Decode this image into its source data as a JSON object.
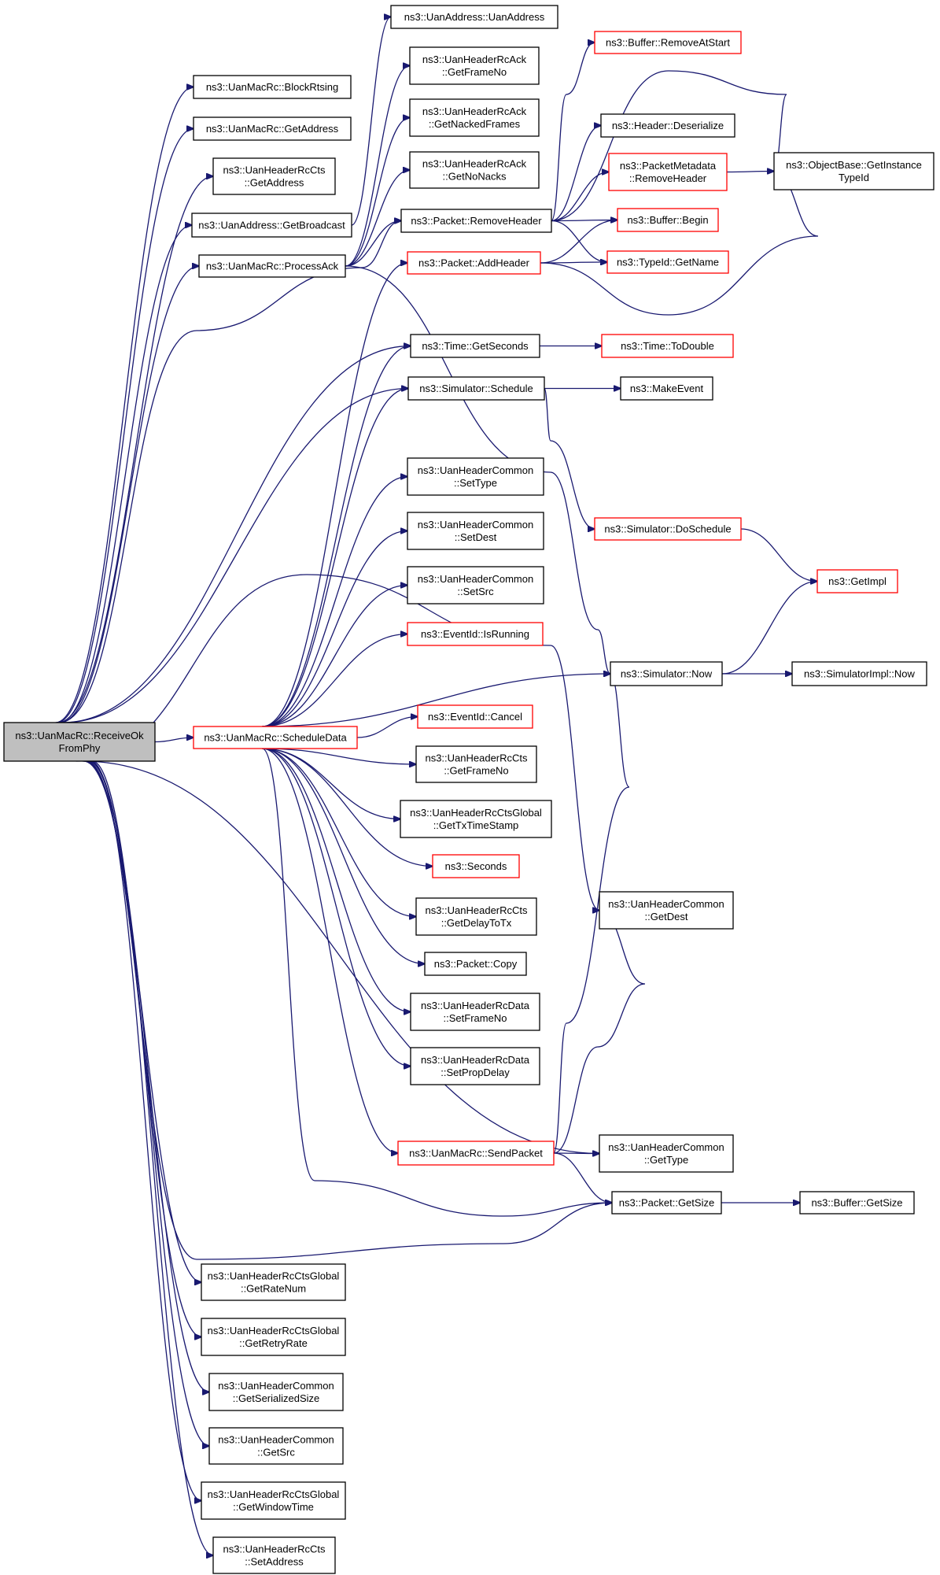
{
  "graph": {
    "root": "n_root",
    "nodes": {
      "n_root": {
        "lines": [
          "ns3::UanMacRc::ReceiveOk",
          "FromPhy"
        ],
        "red": false,
        "root": true
      },
      "n_block": {
        "lines": [
          "ns3::UanMacRc::BlockRtsing"
        ],
        "red": false
      },
      "n_macaddr": {
        "lines": [
          "ns3::UanMacRc::GetAddress"
        ],
        "red": false
      },
      "n_ctsaddr": {
        "lines": [
          "ns3::UanHeaderRcCts",
          "::GetAddress"
        ],
        "red": false
      },
      "n_bcast": {
        "lines": [
          "ns3::UanAddress::GetBroadcast"
        ],
        "red": false
      },
      "n_procack": {
        "lines": [
          "ns3::UanMacRc::ProcessAck"
        ],
        "red": false
      },
      "n_uanaddr": {
        "lines": [
          "ns3::UanAddress::UanAddress"
        ],
        "red": false
      },
      "n_ackframe": {
        "lines": [
          "ns3::UanHeaderRcAck",
          "::GetFrameNo"
        ],
        "red": false
      },
      "n_nacked": {
        "lines": [
          "ns3::UanHeaderRcAck",
          "::GetNackedFrames"
        ],
        "red": false
      },
      "n_nonacks": {
        "lines": [
          "ns3::UanHeaderRcAck",
          "::GetNoNacks"
        ],
        "red": false
      },
      "n_remhdr": {
        "lines": [
          "ns3::Packet::RemoveHeader"
        ],
        "red": false
      },
      "n_addhdr": {
        "lines": [
          "ns3::Packet::AddHeader"
        ],
        "red": true
      },
      "n_bufremstart": {
        "lines": [
          "ns3::Buffer::RemoveAtStart"
        ],
        "red": true
      },
      "n_deser": {
        "lines": [
          "ns3::Header::Deserialize"
        ],
        "red": false
      },
      "n_pmrem": {
        "lines": [
          "ns3::PacketMetadata",
          "::RemoveHeader"
        ],
        "red": true
      },
      "n_bufbegin": {
        "lines": [
          "ns3::Buffer::Begin"
        ],
        "red": true
      },
      "n_tidname": {
        "lines": [
          "ns3::TypeId::GetName"
        ],
        "red": true
      },
      "n_objtid": {
        "lines": [
          "ns3::ObjectBase::GetInstance",
          "TypeId"
        ],
        "red": false
      },
      "n_getsec": {
        "lines": [
          "ns3::Time::GetSeconds"
        ],
        "red": false
      },
      "n_todouble": {
        "lines": [
          "ns3::Time::ToDouble"
        ],
        "red": true
      },
      "n_sched": {
        "lines": [
          "ns3::Simulator::Schedule"
        ],
        "red": false
      },
      "n_mkevent": {
        "lines": [
          "ns3::MakeEvent"
        ],
        "red": false
      },
      "n_settype": {
        "lines": [
          "ns3::UanHeaderCommon",
          "::SetType"
        ],
        "red": false
      },
      "n_setdest": {
        "lines": [
          "ns3::UanHeaderCommon",
          "::SetDest"
        ],
        "red": false
      },
      "n_setsrc": {
        "lines": [
          "ns3::UanHeaderCommon",
          "::SetSrc"
        ],
        "red": false
      },
      "n_dosched": {
        "lines": [
          "ns3::Simulator::DoSchedule"
        ],
        "red": true
      },
      "n_getimpl": {
        "lines": [
          "ns3::GetImpl"
        ],
        "red": true
      },
      "n_isrun": {
        "lines": [
          "ns3::EventId::IsRunning"
        ],
        "red": true
      },
      "n_now": {
        "lines": [
          "ns3::Simulator::Now"
        ],
        "red": false
      },
      "n_implnow": {
        "lines": [
          "ns3::SimulatorImpl::Now"
        ],
        "red": false
      },
      "n_scheddata": {
        "lines": [
          "ns3::UanMacRc::ScheduleData"
        ],
        "red": true
      },
      "n_cancel": {
        "lines": [
          "ns3::EventId::Cancel"
        ],
        "red": true
      },
      "n_ctsframe": {
        "lines": [
          "ns3::UanHeaderRcCts",
          "::GetFrameNo"
        ],
        "red": false
      },
      "n_txts": {
        "lines": [
          "ns3::UanHeaderRcCtsGlobal",
          "::GetTxTimeStamp"
        ],
        "red": false
      },
      "n_seconds": {
        "lines": [
          "ns3::Seconds"
        ],
        "red": true
      },
      "n_getdest": {
        "lines": [
          "ns3::UanHeaderCommon",
          "::GetDest"
        ],
        "red": false
      },
      "n_delaytx": {
        "lines": [
          "ns3::UanHeaderRcCts",
          "::GetDelayToTx"
        ],
        "red": false
      },
      "n_copy": {
        "lines": [
          "ns3::Packet::Copy"
        ],
        "red": false
      },
      "n_dataframe": {
        "lines": [
          "ns3::UanHeaderRcData",
          "::SetFrameNo"
        ],
        "red": false
      },
      "n_propdelay": {
        "lines": [
          "ns3::UanHeaderRcData",
          "::SetPropDelay"
        ],
        "red": false
      },
      "n_sendpkt": {
        "lines": [
          "ns3::UanMacRc::SendPacket"
        ],
        "red": true
      },
      "n_gettype": {
        "lines": [
          "ns3::UanHeaderCommon",
          "::GetType"
        ],
        "red": false
      },
      "n_pktsize": {
        "lines": [
          "ns3::Packet::GetSize"
        ],
        "red": false
      },
      "n_bufsize": {
        "lines": [
          "ns3::Buffer::GetSize"
        ],
        "red": false
      },
      "n_ratenum": {
        "lines": [
          "ns3::UanHeaderRcCtsGlobal",
          "::GetRateNum"
        ],
        "red": false
      },
      "n_retry": {
        "lines": [
          "ns3::UanHeaderRcCtsGlobal",
          "::GetRetryRate"
        ],
        "red": false
      },
      "n_sersize": {
        "lines": [
          "ns3::UanHeaderCommon",
          "::GetSerializedSize"
        ],
        "red": false
      },
      "n_getsrc": {
        "lines": [
          "ns3::UanHeaderCommon",
          "::GetSrc"
        ],
        "red": false
      },
      "n_wintime": {
        "lines": [
          "ns3::UanHeaderRcCtsGlobal",
          "::GetWindowTime"
        ],
        "red": false
      },
      "n_setaddr": {
        "lines": [
          "ns3::UanHeaderRcCts",
          "::SetAddress"
        ],
        "red": false
      }
    },
    "edges": [
      [
        "n_root",
        "n_block"
      ],
      [
        "n_root",
        "n_macaddr"
      ],
      [
        "n_root",
        "n_ctsaddr"
      ],
      [
        "n_root",
        "n_bcast"
      ],
      [
        "n_root",
        "n_procack"
      ],
      [
        "n_root",
        "n_remhdr"
      ],
      [
        "n_root",
        "n_getsec"
      ],
      [
        "n_root",
        "n_sched"
      ],
      [
        "n_root",
        "n_getdest"
      ],
      [
        "n_root",
        "n_scheddata"
      ],
      [
        "n_root",
        "n_gettype"
      ],
      [
        "n_root",
        "n_pktsize"
      ],
      [
        "n_root",
        "n_ratenum"
      ],
      [
        "n_root",
        "n_retry"
      ],
      [
        "n_root",
        "n_sersize"
      ],
      [
        "n_root",
        "n_getsrc"
      ],
      [
        "n_root",
        "n_wintime"
      ],
      [
        "n_root",
        "n_setaddr"
      ],
      [
        "n_bcast",
        "n_uanaddr"
      ],
      [
        "n_procack",
        "n_ackframe"
      ],
      [
        "n_procack",
        "n_nacked"
      ],
      [
        "n_procack",
        "n_nonacks"
      ],
      [
        "n_procack",
        "n_remhdr"
      ],
      [
        "n_procack",
        "n_now"
      ],
      [
        "n_remhdr",
        "n_bufremstart"
      ],
      [
        "n_remhdr",
        "n_deser"
      ],
      [
        "n_remhdr",
        "n_pmrem"
      ],
      [
        "n_remhdr",
        "n_objtid"
      ],
      [
        "n_remhdr",
        "n_bufbegin"
      ],
      [
        "n_remhdr",
        "n_tidname"
      ],
      [
        "n_pmrem",
        "n_objtid"
      ],
      [
        "n_addhdr",
        "n_bufbegin"
      ],
      [
        "n_addhdr",
        "n_tidname"
      ],
      [
        "n_addhdr",
        "n_objtid"
      ],
      [
        "n_getsec",
        "n_todouble"
      ],
      [
        "n_sched",
        "n_mkevent"
      ],
      [
        "n_sched",
        "n_dosched"
      ],
      [
        "n_dosched",
        "n_getimpl"
      ],
      [
        "n_now",
        "n_getimpl"
      ],
      [
        "n_now",
        "n_implnow"
      ],
      [
        "n_scheddata",
        "n_addhdr"
      ],
      [
        "n_scheddata",
        "n_getsec"
      ],
      [
        "n_scheddata",
        "n_sched"
      ],
      [
        "n_scheddata",
        "n_settype"
      ],
      [
        "n_scheddata",
        "n_setdest"
      ],
      [
        "n_scheddata",
        "n_setsrc"
      ],
      [
        "n_scheddata",
        "n_isrun"
      ],
      [
        "n_scheddata",
        "n_now"
      ],
      [
        "n_scheddata",
        "n_cancel"
      ],
      [
        "n_scheddata",
        "n_ctsframe"
      ],
      [
        "n_scheddata",
        "n_txts"
      ],
      [
        "n_scheddata",
        "n_seconds"
      ],
      [
        "n_scheddata",
        "n_delaytx"
      ],
      [
        "n_scheddata",
        "n_copy"
      ],
      [
        "n_scheddata",
        "n_dataframe"
      ],
      [
        "n_scheddata",
        "n_propdelay"
      ],
      [
        "n_scheddata",
        "n_sendpkt"
      ],
      [
        "n_scheddata",
        "n_pktsize"
      ],
      [
        "n_sendpkt",
        "n_now"
      ],
      [
        "n_sendpkt",
        "n_getdest"
      ],
      [
        "n_sendpkt",
        "n_gettype"
      ],
      [
        "n_sendpkt",
        "n_pktsize"
      ],
      [
        "n_pktsize",
        "n_bufsize"
      ]
    ]
  }
}
